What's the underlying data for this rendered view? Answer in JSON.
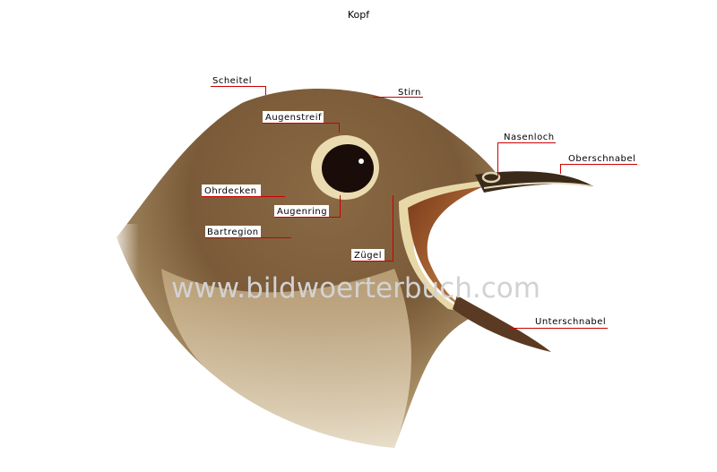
{
  "title": "Kopf",
  "watermark": "www.bildwoerterbuch.com",
  "colors": {
    "leader_line": "#cc0000",
    "label_bg": "#ffffff"
  },
  "labels": {
    "scheitel": "Scheitel",
    "stirn": "Stirn",
    "augenstreif": "Augenstreif",
    "nasenloch": "Nasenloch",
    "oberschnabel": "Oberschnabel",
    "ohrdecken": "Ohrdecken",
    "augenring": "Augenring",
    "bartregion": "Bartregion",
    "zuegel": "Zügel",
    "unterschnabel": "Unterschnabel"
  }
}
